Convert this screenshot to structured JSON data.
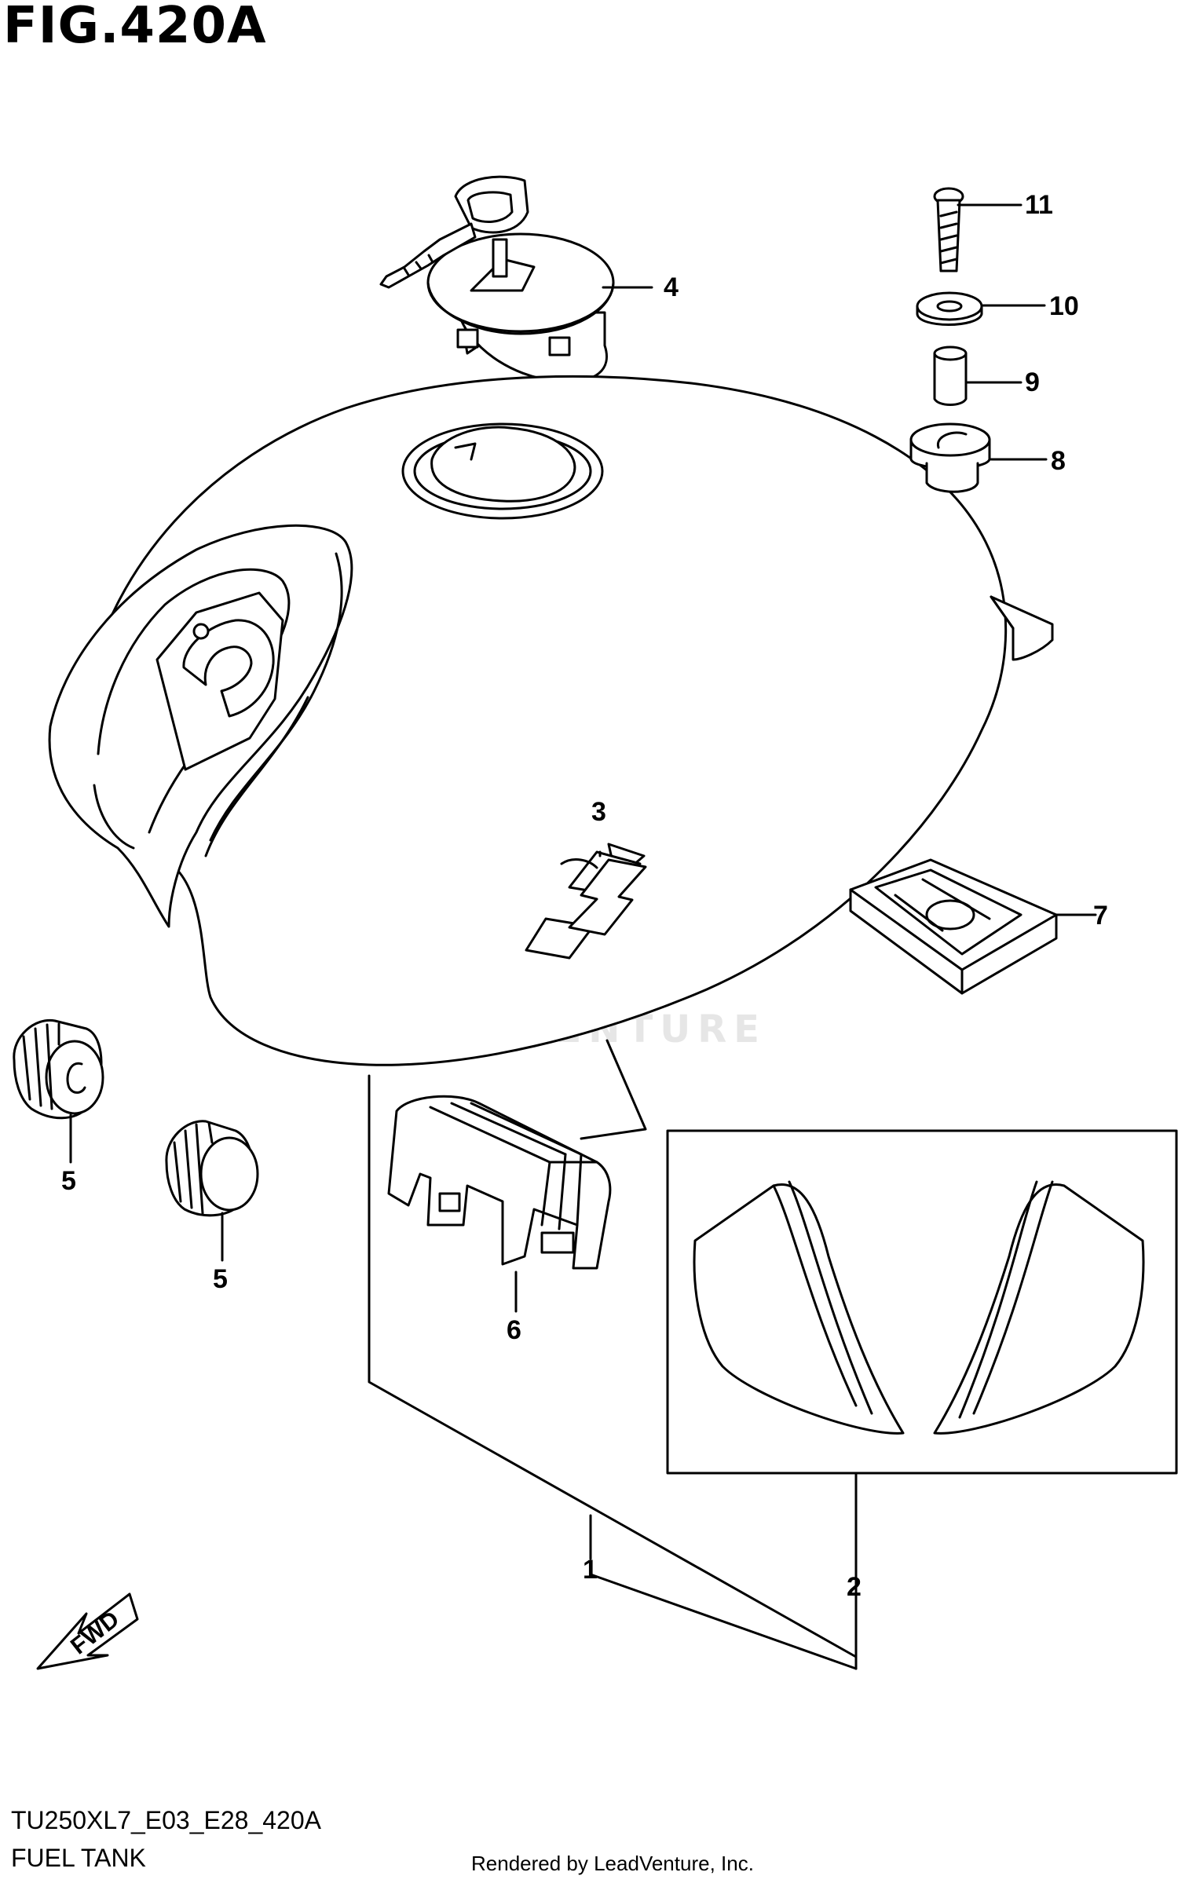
{
  "figure": {
    "title": "FIG.420A",
    "model_code": "TU250XL7_E03_E28_420A",
    "name": "FUEL TANK",
    "credit": "Rendered by LeadVenture, Inc.",
    "watermark": "LEADVENTURE",
    "fwd_label": "FWD"
  },
  "callouts": [
    {
      "id": "callout-1",
      "label": "1"
    },
    {
      "id": "callout-2",
      "label": "2"
    },
    {
      "id": "callout-3",
      "label": "3"
    },
    {
      "id": "callout-4",
      "label": "4"
    },
    {
      "id": "callout-5a",
      "label": "5"
    },
    {
      "id": "callout-5b",
      "label": "5"
    },
    {
      "id": "callout-6",
      "label": "6"
    },
    {
      "id": "callout-7",
      "label": "7"
    },
    {
      "id": "callout-8",
      "label": "8"
    },
    {
      "id": "callout-9",
      "label": "9"
    },
    {
      "id": "callout-10",
      "label": "10"
    },
    {
      "id": "callout-11",
      "label": "11"
    }
  ]
}
